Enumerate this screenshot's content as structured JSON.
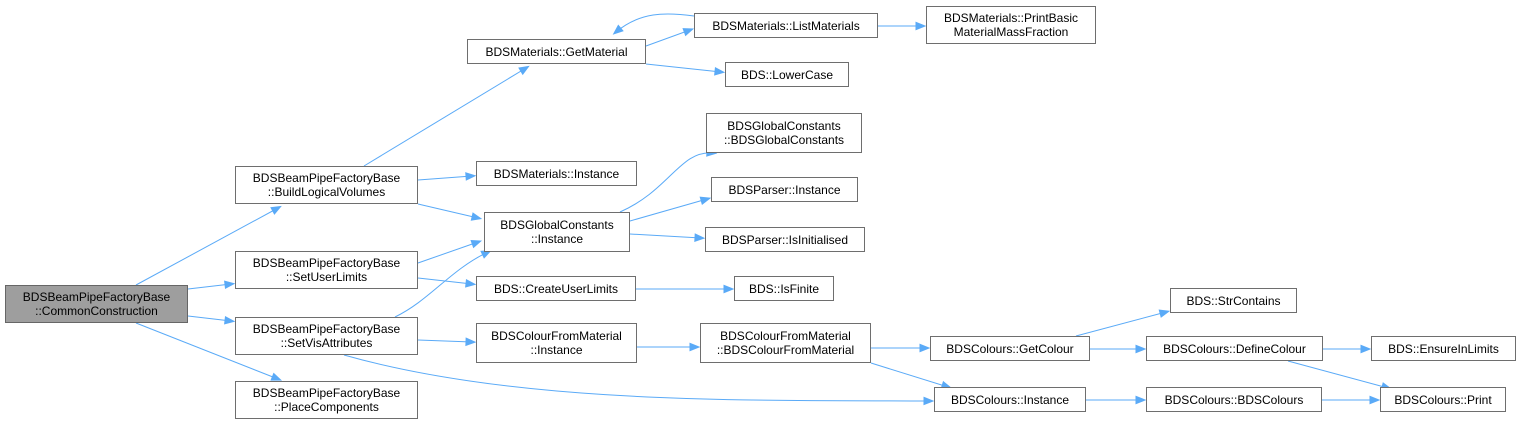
{
  "colors": {
    "edge": "#5aaaf7",
    "root_fill": "#9e9e9e",
    "node_border": "#6e6e6e"
  },
  "nodes": {
    "root": {
      "line1": "BDSBeamPipeFactoryBase",
      "line2": "::CommonConstruction"
    },
    "build_logical_volumes": {
      "line1": "BDSBeamPipeFactoryBase",
      "line2": "::BuildLogicalVolumes"
    },
    "set_user_limits": {
      "line1": "BDSBeamPipeFactoryBase",
      "line2": "::SetUserLimits"
    },
    "set_vis_attributes": {
      "line1": "BDSBeamPipeFactoryBase",
      "line2": "::SetVisAttributes"
    },
    "place_components": {
      "line1": "BDSBeamPipeFactoryBase",
      "line2": "::PlaceComponents"
    },
    "get_material": {
      "line1": "BDSMaterials::GetMaterial"
    },
    "list_materials": {
      "line1": "BDSMaterials::ListMaterials"
    },
    "print_basic": {
      "line1": "BDSMaterials::PrintBasic",
      "line2": "MaterialMassFraction"
    },
    "lower_case": {
      "line1": "BDS::LowerCase"
    },
    "materials_instance": {
      "line1": "BDSMaterials::Instance"
    },
    "global_constants_ctor": {
      "line1": "BDSGlobalConstants",
      "line2": "::BDSGlobalConstants"
    },
    "global_constants_instance": {
      "line1": "BDSGlobalConstants",
      "line2": "::Instance"
    },
    "parser_instance": {
      "line1": "BDSParser::Instance"
    },
    "parser_is_initialised": {
      "line1": "BDSParser::IsInitialised"
    },
    "create_user_limits": {
      "line1": "BDS::CreateUserLimits"
    },
    "is_finite": {
      "line1": "BDS::IsFinite"
    },
    "colour_from_material_instance": {
      "line1": "BDSColourFromMaterial",
      "line2": "::Instance"
    },
    "colour_from_material_ctor": {
      "line1": "BDSColourFromMaterial",
      "line2": "::BDSColourFromMaterial"
    },
    "colours_get_colour": {
      "line1": "BDSColours::GetColour"
    },
    "str_contains": {
      "line1": "BDS::StrContains"
    },
    "colours_define_colour": {
      "line1": "BDSColours::DefineColour"
    },
    "ensure_in_limits": {
      "line1": "BDS::EnsureInLimits"
    },
    "colours_instance": {
      "line1": "BDSColours::Instance"
    },
    "colours_ctor": {
      "line1": "BDSColours::BDSColours"
    },
    "colours_print": {
      "line1": "BDSColours::Print"
    }
  }
}
